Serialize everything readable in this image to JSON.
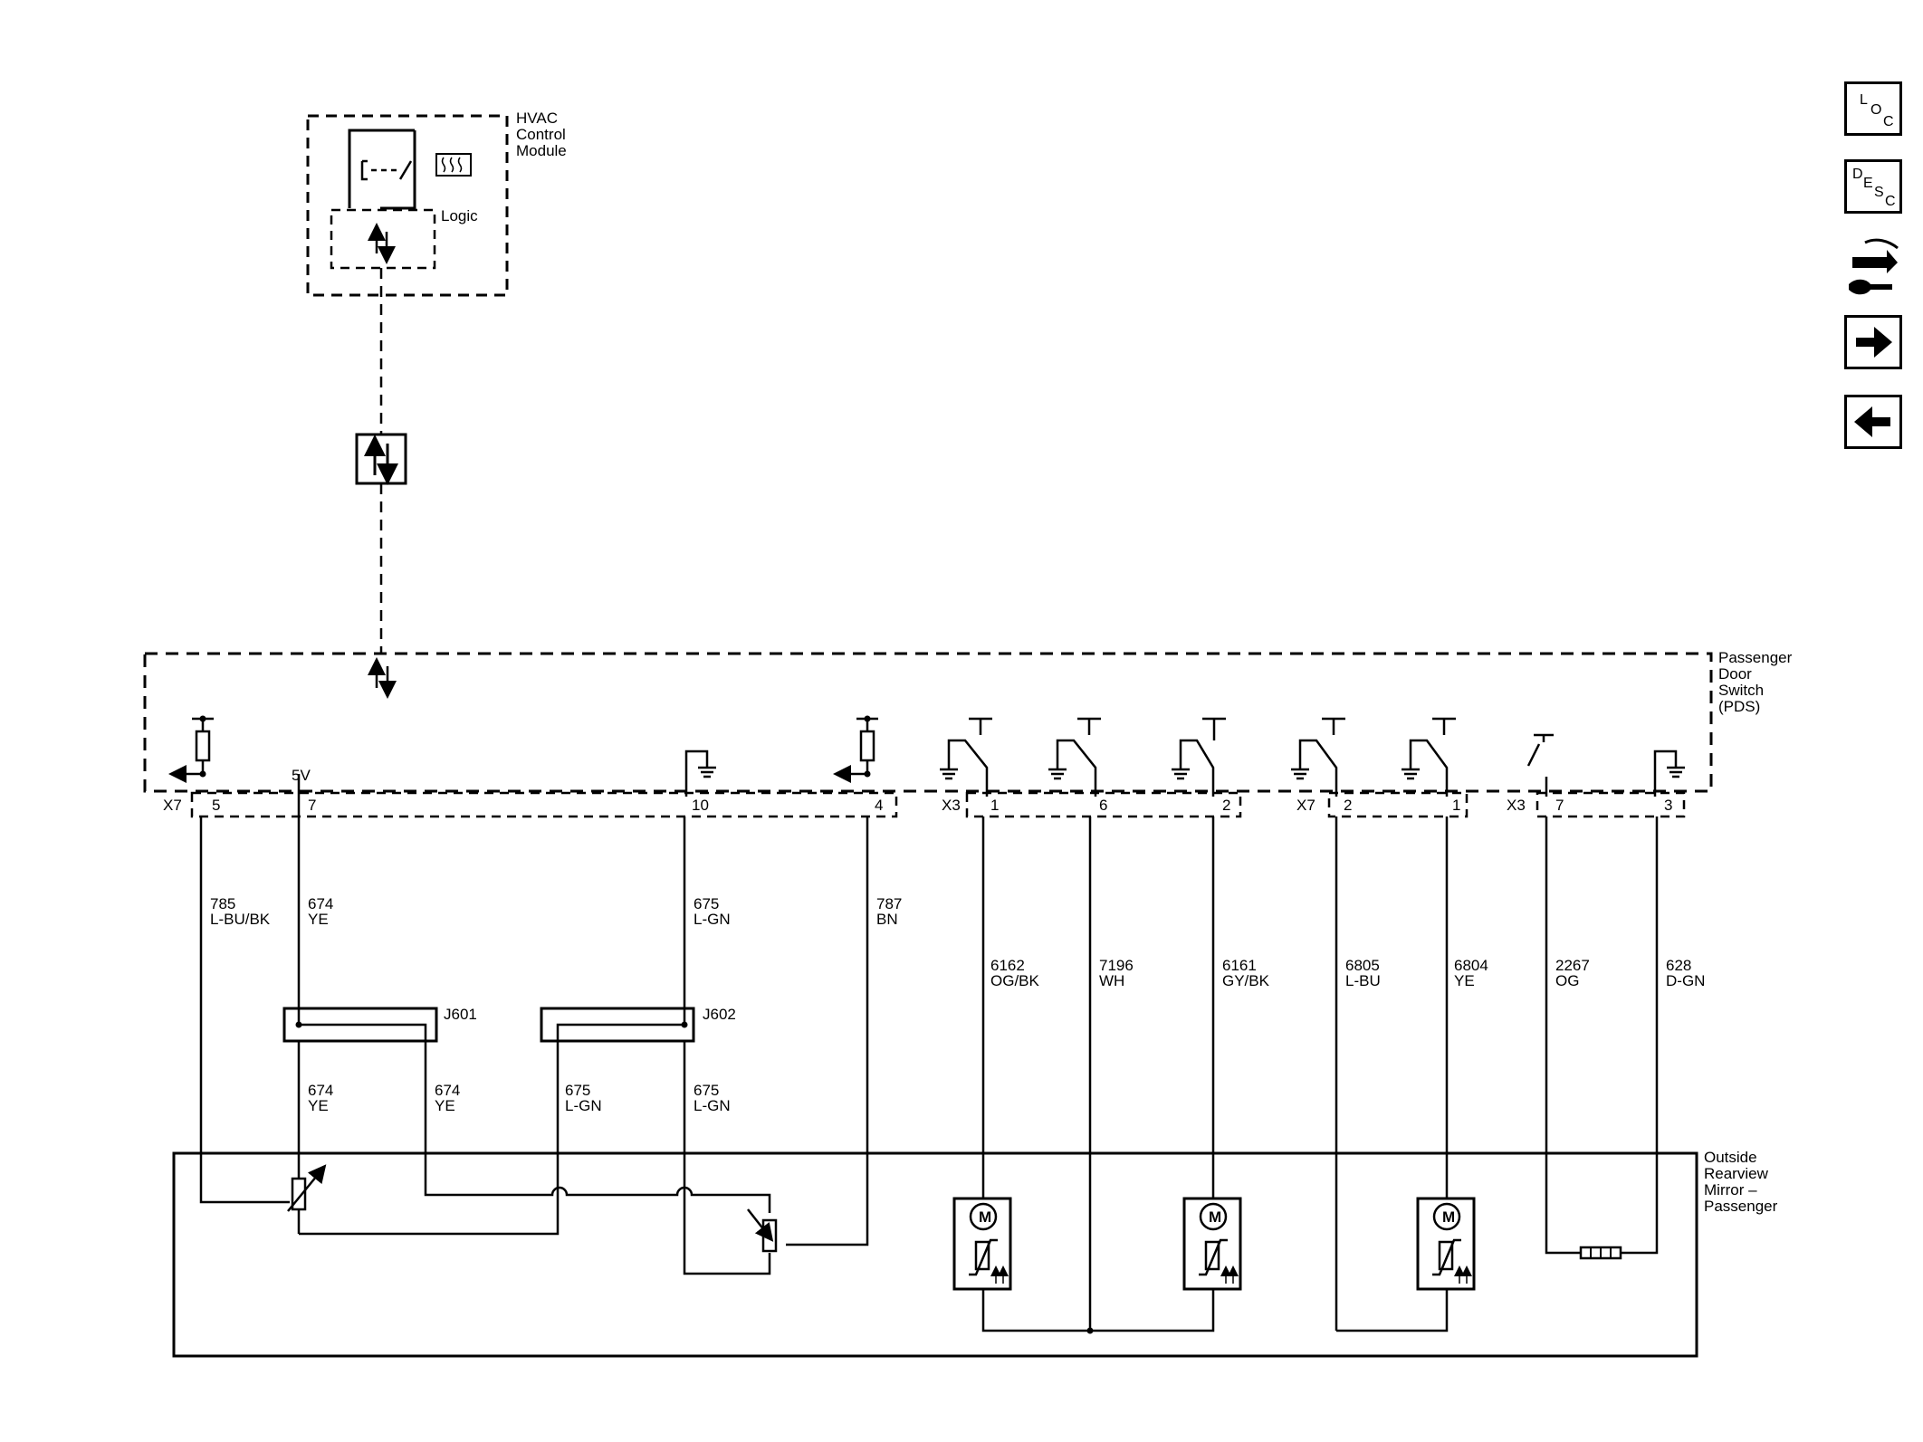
{
  "hvac": {
    "name_lines": [
      "HVAC",
      "Control",
      "Module"
    ],
    "logic": "Logic"
  },
  "pds": {
    "name_lines": [
      "Passenger",
      "Door",
      "Switch",
      "(PDS)"
    ],
    "voltage": "5V"
  },
  "mirror": {
    "name_lines": [
      "Outside",
      "Rearview",
      "Mirror –",
      "Passenger"
    ]
  },
  "connectors": {
    "x7a": "X7",
    "x3a": "X3",
    "x7b": "X7",
    "x3b": "X3",
    "pins": [
      "5",
      "7",
      "10",
      "4",
      "1",
      "6",
      "2",
      "2",
      "1",
      "7",
      "3"
    ]
  },
  "wires_upper": [
    {
      "circuit": "785",
      "color": "L-BU/BK"
    },
    {
      "circuit": "674",
      "color": "YE"
    },
    {
      "circuit": "675",
      "color": "L-GN"
    },
    {
      "circuit": "787",
      "color": "BN"
    }
  ],
  "wires_right": [
    {
      "circuit": "6162",
      "color": "OG/BK"
    },
    {
      "circuit": "7196",
      "color": "WH"
    },
    {
      "circuit": "6161",
      "color": "GY/BK"
    },
    {
      "circuit": "6805",
      "color": "L-BU"
    },
    {
      "circuit": "6804",
      "color": "YE"
    },
    {
      "circuit": "2267",
      "color": "OG"
    },
    {
      "circuit": "628",
      "color": "D-GN"
    }
  ],
  "splices": {
    "j601": "J601",
    "j602": "J602"
  },
  "wires_lower": [
    {
      "circuit": "674",
      "color": "YE"
    },
    {
      "circuit": "674",
      "color": "YE"
    },
    {
      "circuit": "675",
      "color": "L-GN"
    },
    {
      "circuit": "675",
      "color": "L-GN"
    }
  ],
  "motor_label": "M",
  "nav": {
    "loc": [
      "L",
      "O",
      "C"
    ],
    "desc": [
      "D",
      "E",
      "S",
      "C"
    ],
    "icons": [
      "location-icon",
      "description-icon",
      "connector-tool-icon",
      "arrow-right-icon",
      "arrow-left-icon"
    ]
  }
}
